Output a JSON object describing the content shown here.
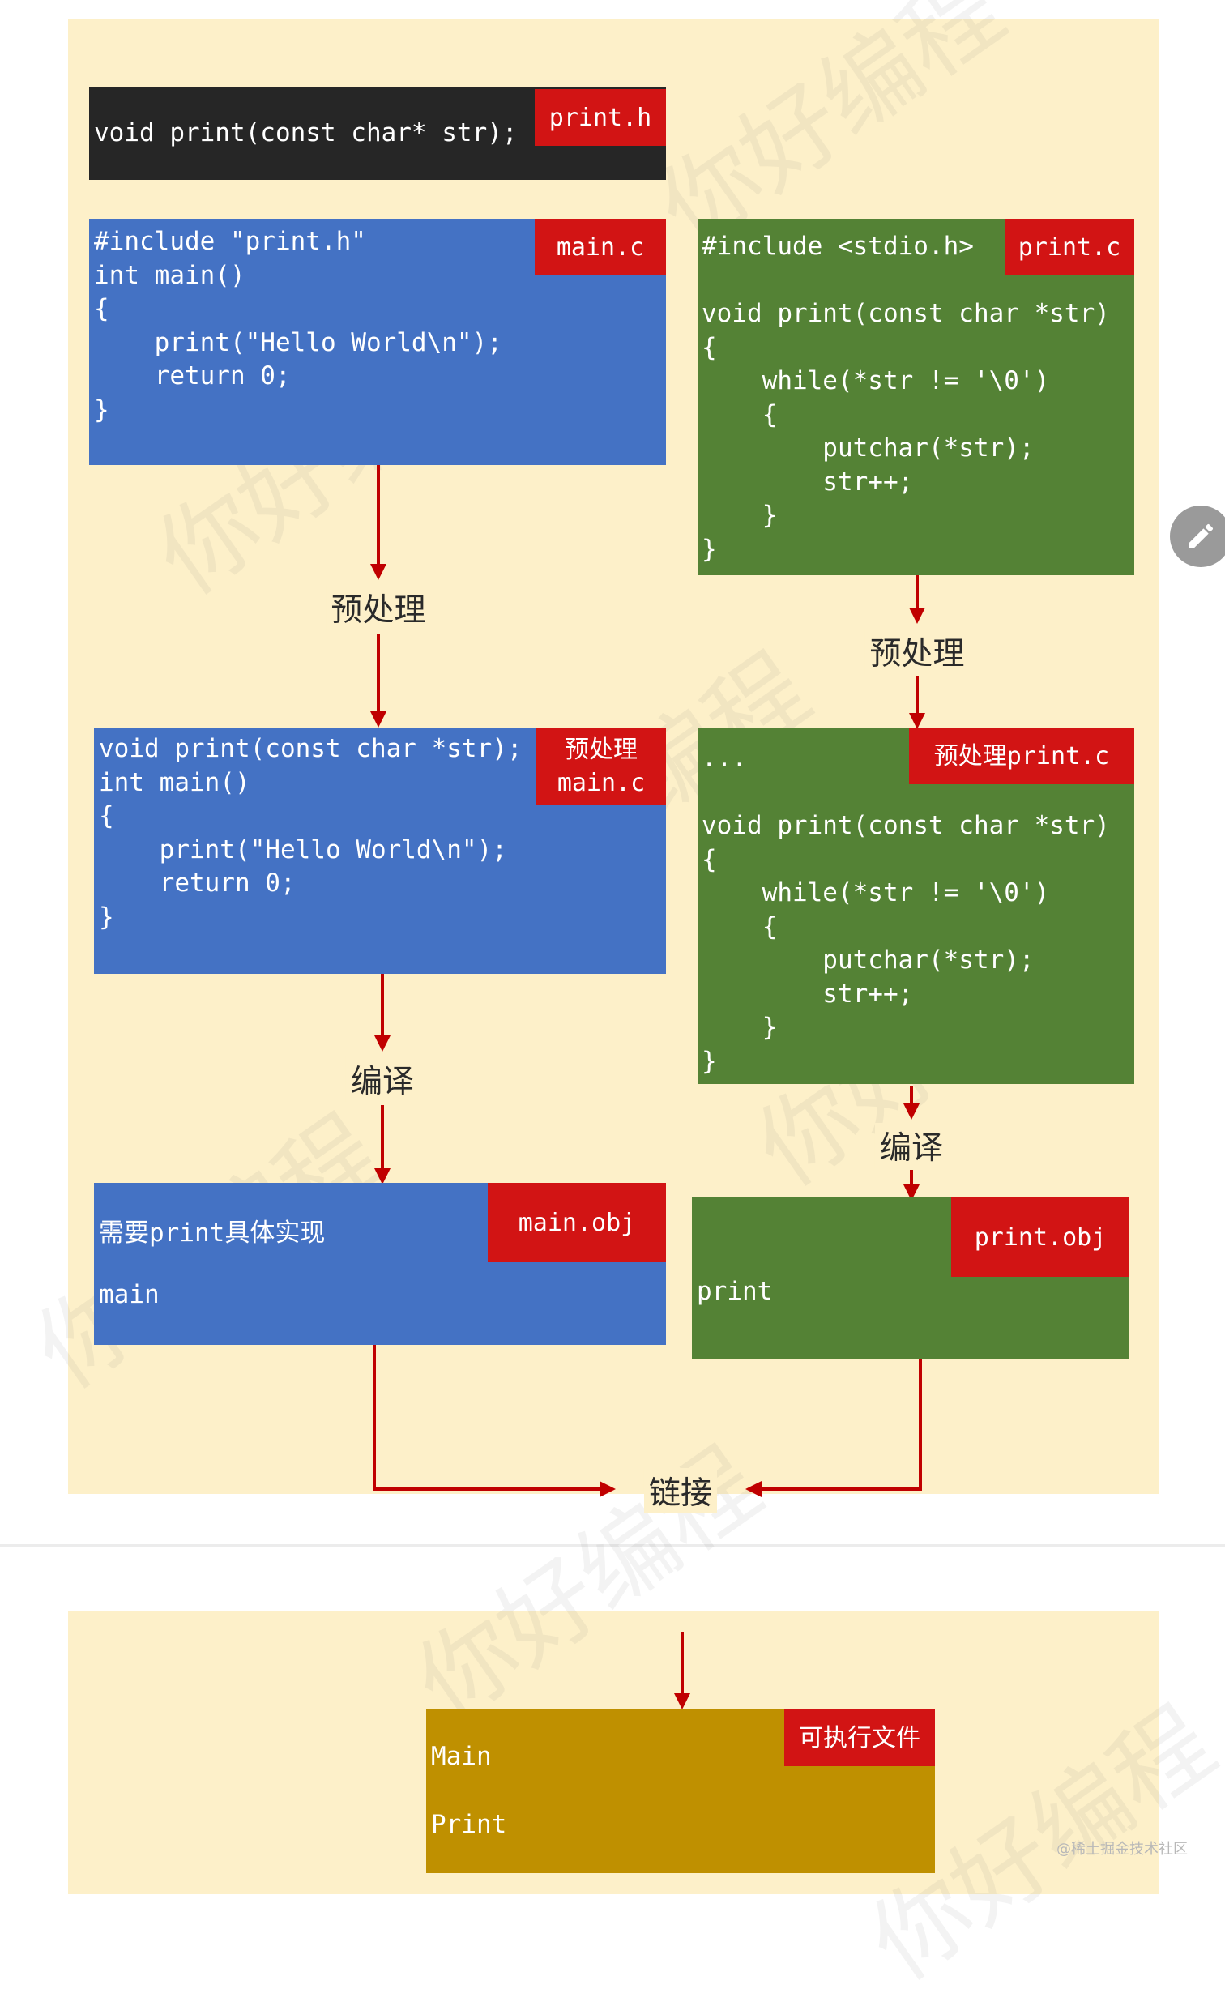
{
  "blocks": {
    "print_h": {
      "tag": "print.h",
      "code": "void print(const char* str);"
    },
    "main_c": {
      "tag": "main.c",
      "code": "#include \"print.h\"\nint main()\n{\n    print(\"Hello World\\n\");\n    return 0;\n}"
    },
    "print_c": {
      "tag": "print.c",
      "code": "#include <stdio.h>\n\nvoid print(const char *str)\n{\n    while(*str != '\\0')\n    {\n        putchar(*str);\n        str++;\n    }\n}"
    },
    "pre_main": {
      "tag_line1": "预处理",
      "tag_line2": "main.c",
      "code": "void print(const char *str);\nint main()\n{\n    print(\"Hello World\\n\");\n    return 0;\n}"
    },
    "pre_print": {
      "tag_prefix": "预处理",
      "tag_suffix": "print.c",
      "code": "...\n\nvoid print(const char *str)\n{\n    while(*str != '\\0')\n    {\n        putchar(*str);\n        str++;\n    }\n}"
    },
    "main_obj": {
      "tag": "main.obj",
      "line1_cjk": "需要",
      "line1_mono": "print",
      "line1_cjk2": "具体实现",
      "line2": "main"
    },
    "print_obj": {
      "tag": "print.obj",
      "line1": "print"
    },
    "exe": {
      "tag": "可执行文件",
      "line1": "Main",
      "line2": "Print"
    }
  },
  "steps": {
    "preprocess": "预处理",
    "compile": "编译",
    "link": "链接"
  },
  "watermark": "你好编程",
  "credit": "@稀土掘金技术社区",
  "colors": {
    "panel": "#fdf0c9",
    "header_box": "#262626",
    "blue_box": "#4472c4",
    "green_box": "#548235",
    "gold_box": "#bf9000",
    "red_tag": "#d21414",
    "arrow": "#c00000"
  },
  "icons": {
    "edit": "pencil-icon"
  }
}
